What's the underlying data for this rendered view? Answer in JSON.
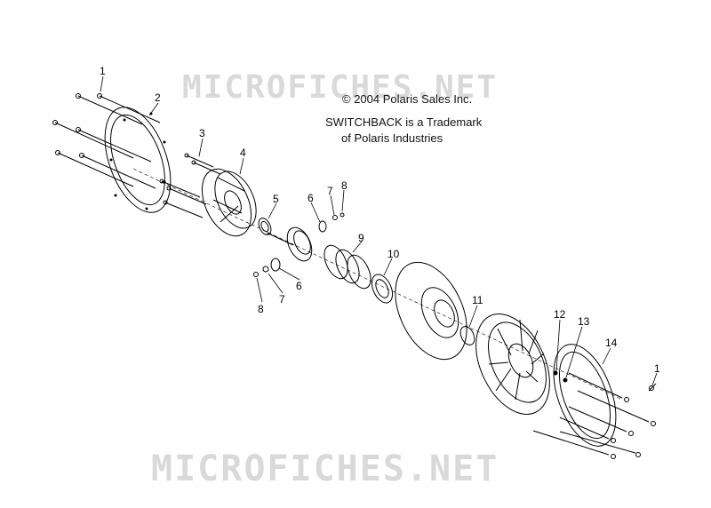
{
  "watermark": {
    "text_top": "MICROFICHES.NET",
    "text_bottom": "MICROFICHES.NET"
  },
  "notice": {
    "copyright": "© 2004 Polaris Sales Inc.",
    "trademark_line1": "SWITCHBACK is a Trademark",
    "trademark_line2": "of Polaris Industries"
  },
  "callouts": {
    "c1a": "1",
    "c2": "2",
    "c3": "3",
    "c4": "4",
    "c5": "5",
    "c6a": "6",
    "c7a": "7",
    "c8a": "8",
    "c9": "9",
    "c10": "10",
    "c6b": "6",
    "c7b": "7",
    "c8b": "8",
    "c11": "11",
    "c12": "12",
    "c13": "13",
    "c14": "14",
    "c1b": "1"
  },
  "colors": {
    "line": "#000000",
    "watermark": "#d9d9d9",
    "background": "#ffffff"
  }
}
